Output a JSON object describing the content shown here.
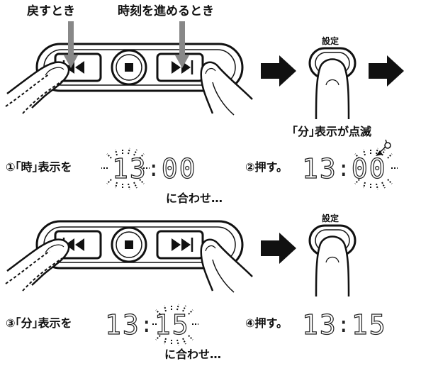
{
  "top": {
    "rewind_label": "戻すとき",
    "forward_label": "時刻を進めるとき",
    "set_button_label": "設定"
  },
  "row1": {
    "step1_label": "①｢時｣表示を",
    "step1_suffix": "に合わせ…",
    "time1_hours": "13",
    "time1_minutes": "00",
    "step2_label": "②押す。",
    "time2_hours": "13",
    "time2_minutes": "00",
    "callout": "｢分｣表示が点滅"
  },
  "bottom": {
    "set_button_label": "設定"
  },
  "row2": {
    "step3_label": "③｢分｣表示を",
    "step3_suffix": "に合わせ…",
    "time3_hours": "13",
    "time3_minutes": "15",
    "step4_label": "④押す。",
    "time4_hours": "13",
    "time4_minutes": "15"
  },
  "colors": {
    "ink": "#111111",
    "background": "#ffffff"
  }
}
